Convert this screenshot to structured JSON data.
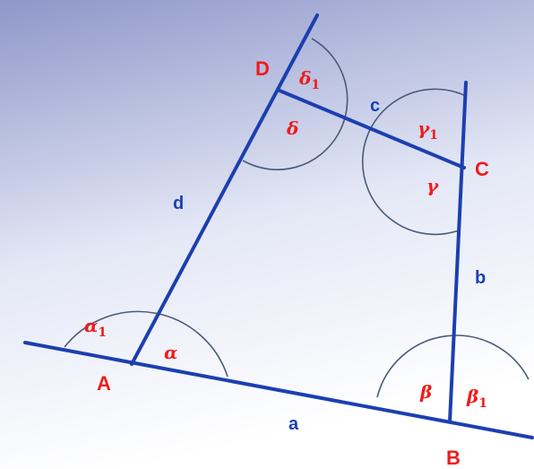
{
  "colors": {
    "line": "#1c3fb0",
    "vertex_label": "#ee1c1c",
    "side_label": "#1c3fb0",
    "angle_label": "#ee1c1c",
    "arc": "#4a5a78",
    "bg_top": "#8e97c9",
    "bg_bottom": "#ffffff"
  },
  "vertices": {
    "A": "A",
    "B": "B",
    "C": "C",
    "D": "D"
  },
  "sides": {
    "a": "a",
    "b": "b",
    "c": "c",
    "d": "d"
  },
  "angles": {
    "alpha": {
      "symbol": "α",
      "subscript": ""
    },
    "alpha1": {
      "symbol": "α",
      "subscript": "1"
    },
    "beta": {
      "symbol": "β",
      "subscript": ""
    },
    "beta1": {
      "symbol": "β",
      "subscript": "1"
    },
    "gamma": {
      "symbol": "γ",
      "subscript": ""
    },
    "gamma1": {
      "symbol": "γ",
      "subscript": "1"
    },
    "delta": {
      "symbol": "δ",
      "subscript": ""
    },
    "delta1": {
      "symbol": "δ",
      "subscript": "1"
    }
  }
}
